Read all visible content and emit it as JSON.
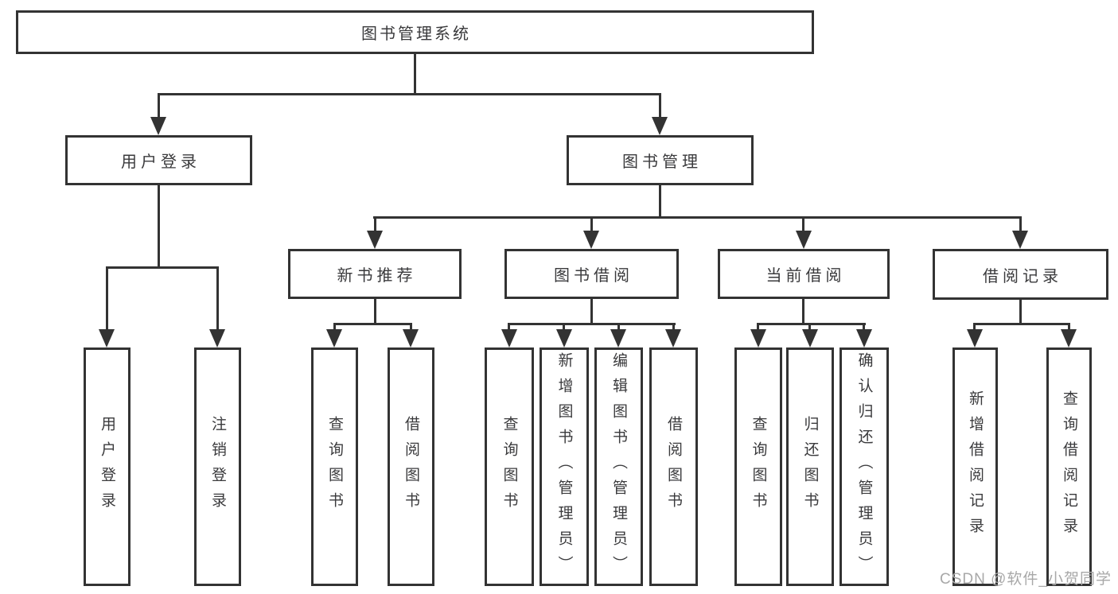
{
  "colors": {
    "line": "#333333",
    "text": "#3a3a3c",
    "watermark": "#a8a8a8",
    "background": "#ffffff"
  },
  "nodes": {
    "root": {
      "label": "图书管理系统"
    },
    "level2": [
      {
        "id": "user-login",
        "label": "用户登录"
      },
      {
        "id": "book-management",
        "label": "图书管理"
      }
    ],
    "level3": [
      {
        "id": "new-book-recommend",
        "label": "新书推荐",
        "parent": "图书管理"
      },
      {
        "id": "book-borrow",
        "label": "图书借阅",
        "parent": "图书管理"
      },
      {
        "id": "current-borrow",
        "label": "当前借阅",
        "parent": "图书管理"
      },
      {
        "id": "borrow-records",
        "label": "借阅记录",
        "parent": "图书管理"
      }
    ],
    "leaves": [
      {
        "group": "用户登录",
        "label": "用户登录"
      },
      {
        "group": "用户登录",
        "label": "注销登录"
      },
      {
        "group": "新书推荐",
        "label": "查询图书"
      },
      {
        "group": "新书推荐",
        "label": "借阅图书"
      },
      {
        "group": "图书借阅",
        "label": "查询图书"
      },
      {
        "group": "图书借阅",
        "label": "新增图书（管理员）"
      },
      {
        "group": "图书借阅",
        "label": "编辑图书（管理员）"
      },
      {
        "group": "图书借阅",
        "label": "借阅图书"
      },
      {
        "group": "当前借阅",
        "label": "查询图书"
      },
      {
        "group": "当前借阅",
        "label": "归还图书"
      },
      {
        "group": "当前借阅",
        "label": "确认归还（管理员）"
      },
      {
        "group": "借阅记录",
        "label": "新增借阅记录"
      },
      {
        "group": "借阅记录",
        "label": "查询借阅记录"
      }
    ]
  },
  "watermark": {
    "text": "CSDN @软件_小贺同学"
  }
}
